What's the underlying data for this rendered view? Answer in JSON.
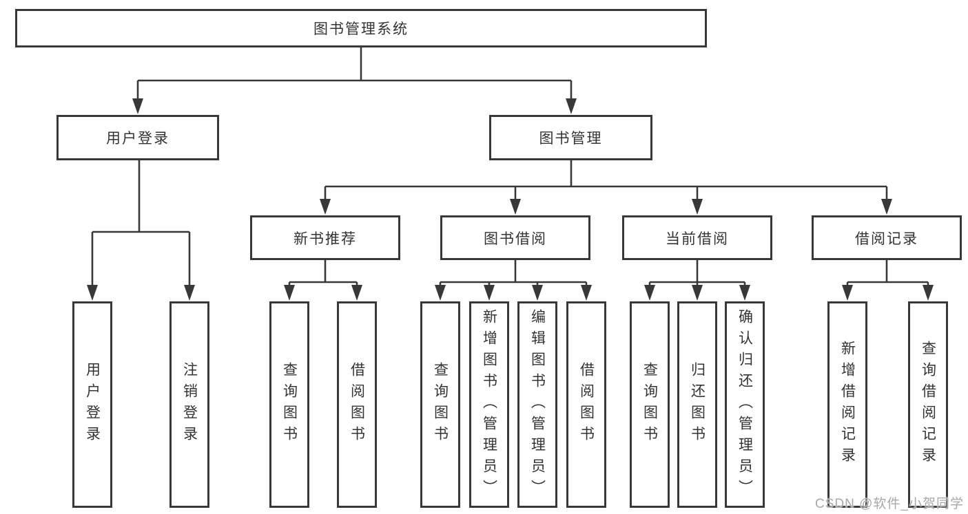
{
  "tree": {
    "label": "图书管理系统",
    "children": [
      {
        "label": "用户登录",
        "children": [
          {
            "label": "用户登录"
          },
          {
            "label": "注销登录"
          }
        ]
      },
      {
        "label": "图书管理",
        "children": [
          {
            "label": "新书推荐",
            "children": [
              {
                "label": "查询图书"
              },
              {
                "label": "借阅图书"
              }
            ]
          },
          {
            "label": "图书借阅",
            "children": [
              {
                "label": "查询图书"
              },
              {
                "label": "新增图书（管理员）"
              },
              {
                "label": "编辑图书（管理员）"
              },
              {
                "label": "借阅图书"
              }
            ]
          },
          {
            "label": "当前借阅",
            "children": [
              {
                "label": "查询图书"
              },
              {
                "label": "归还图书"
              },
              {
                "label": "确认归还（管理员）"
              }
            ]
          },
          {
            "label": "借阅记录",
            "children": [
              {
                "label": "新增借阅记录"
              },
              {
                "label": "查询借阅记录"
              }
            ]
          }
        ]
      }
    ]
  },
  "watermark": "CSDN @软件_小贺同学",
  "colors": {
    "line_color": "#383838",
    "text_color": "#333333",
    "box_bg": "#ffffff",
    "page_bg": "#ffffff",
    "watermark_color": "#a8a8a8"
  }
}
